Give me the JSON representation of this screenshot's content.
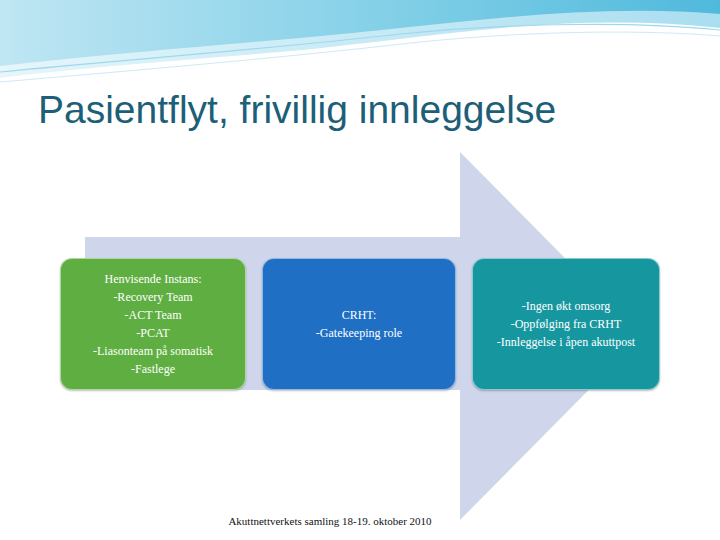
{
  "diagram": {
    "title": "Pasientflyt, frivillig innleggelse",
    "nodes": [
      {
        "text": [
          "Henvisende Instans:",
          "-Recovery Team",
          "-ACT Team",
          "-PCAT",
          "-Liasonteam på somatisk",
          "-Fastlege"
        ]
      },
      {
        "text": [
          "CRHT:",
          "-Gatekeeping role"
        ]
      },
      {
        "text": [
          "-Ingen økt omsorg",
          "-Oppfølging fra CRHT",
          "-Innleggelse i åpen akuttpost"
        ]
      }
    ],
    "labels": [
      "Akuttnettverkets samling 18-19. oktober 2010"
    ]
  }
}
